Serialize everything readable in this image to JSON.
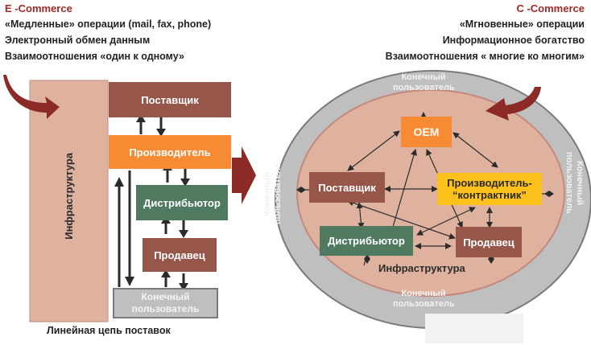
{
  "left_header": {
    "title": "E -Commerce",
    "lines": [
      "«Медленные»  операции  (mail, fax, phone)",
      "Электронный обмен данным",
      "Взаимоотношения «один к одному»"
    ]
  },
  "right_header": {
    "title": "C -Commerce",
    "lines": [
      "«Мгновенные»  операции",
      "Информационное богатство",
      "Взаимоотношения   « многие ко многим»"
    ]
  },
  "linear_chain": {
    "infrastructure": "Инфраструктура",
    "nodes": {
      "supplier": "Поставщик",
      "manufacturer": "Производитель",
      "distributor": "Дистрибьютор",
      "seller": "Продавец",
      "end_user": "Конечный пользователь"
    },
    "caption": "Линейная цепь поставок"
  },
  "network": {
    "oem": "OEM",
    "supplier": "Поставщик",
    "contract_manufacturer": "Производитель- “контрактник”",
    "distributor": "Дистрибьютор",
    "seller": "Продавец",
    "infrastructure": "Инфраструктура",
    "end_user_top": "Конечный пользователь",
    "end_user_bottom": "Конечный пользователь",
    "end_user_left": "Конечный пользователь",
    "end_user_right": "Конечный пользователь"
  },
  "colors": {
    "accent_red": "#8b2a27",
    "supplier_brown": "#97564a",
    "manufacturer_orange": "#f68b33",
    "distributor_green": "#4f7a60",
    "contractor_yellow": "#fcc21b",
    "infrastructure_pink": "#dfb2a0",
    "end_user_gray": "#bfbfbf"
  }
}
